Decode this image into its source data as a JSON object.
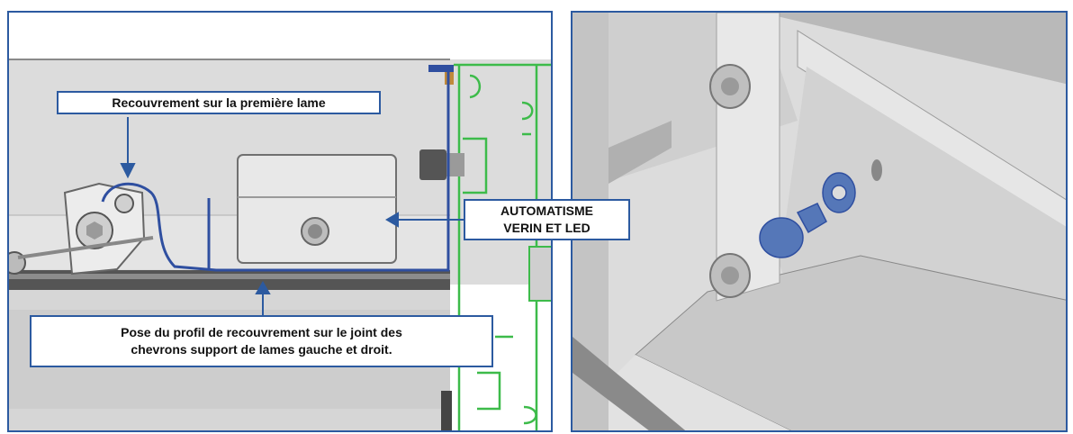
{
  "callouts": {
    "overlap_first_blade": "Recouvrement sur la première lame",
    "automation": {
      "line1": "AUTOMATISME",
      "line2": "VERIN ET LED"
    },
    "profile_pose": {
      "line1": "Pose du profil de recouvrement sur le joint des",
      "line2": "chevrons support de lames gauche et droit."
    }
  },
  "colors": {
    "frame_border": "#2c5aa0",
    "overlap_profile": "#2f4fa0",
    "gasket_green": "#3dbb4a",
    "screw_blue": "#5577b8",
    "metal_gray": "#c8c8c8"
  }
}
